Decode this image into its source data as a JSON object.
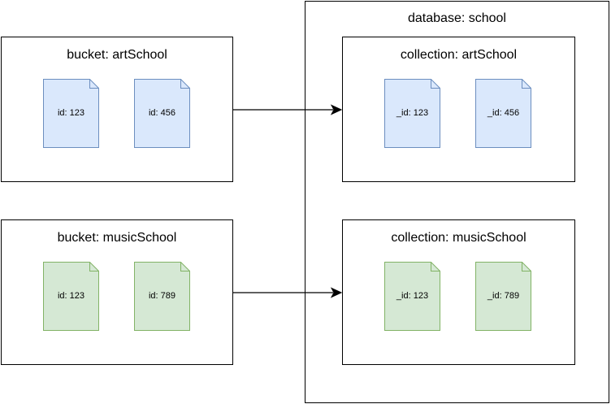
{
  "database": {
    "title": "database: school"
  },
  "buckets": [
    {
      "title": "bucket: artSchool",
      "docs": [
        "id: 123",
        "id: 456"
      ]
    },
    {
      "title": "bucket: musicSchool",
      "docs": [
        "id: 123",
        "id: 789"
      ]
    }
  ],
  "collections": [
    {
      "title": "collection: artSchool",
      "docs": [
        "_id: 123",
        "_id: 456"
      ]
    },
    {
      "title": "collection: musicSchool",
      "docs": [
        "_id: 123",
        "_id: 789"
      ]
    }
  ],
  "colors": {
    "art_fill": "#dae8fc",
    "art_stroke": "#6c8ebf",
    "music_fill": "#d5e8d4",
    "music_stroke": "#82b366"
  }
}
